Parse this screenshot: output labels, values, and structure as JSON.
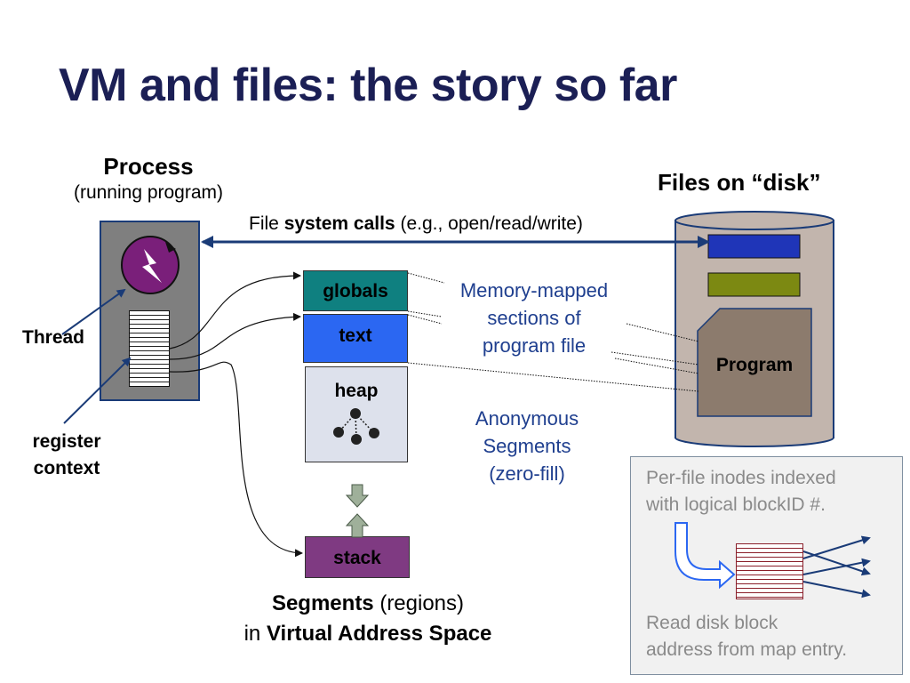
{
  "title": "VM and files: the story so far",
  "process": {
    "heading": "Process",
    "subheading": "(running program)",
    "thread_label": "Thread",
    "register_label_1": "register",
    "register_label_2": "context"
  },
  "files": {
    "heading": "Files on “disk”",
    "program_label": "Program"
  },
  "syscalls": {
    "prefix": "File ",
    "bold": "system calls",
    "suffix": " (e.g., open/read/write)"
  },
  "segments": {
    "globals": "globals",
    "text": "text",
    "heap": "heap",
    "stack": "stack"
  },
  "notes": {
    "mmap_1": "Memory-mapped",
    "mmap_2": "sections of",
    "mmap_3": "program file",
    "anon_1": "Anonymous",
    "anon_2": "Segments",
    "anon_3": "(zero-fill)"
  },
  "caption": {
    "bold1": "Segments",
    "rest1": " (regions)",
    "prefix2": "in ",
    "bold2": "Virtual Address Space"
  },
  "inode_panel": {
    "line1": "Per-file inodes indexed",
    "line2": "with logical blockID #.",
    "line3": "Read disk block",
    "line4": "address from map entry."
  },
  "colors": {
    "title": "#1b1f55",
    "globals": "#0f8080",
    "text_segment": "#2b67f2",
    "heap": "#dde1ec",
    "stack": "#7f3a82",
    "disk_body": "#c2b5ad",
    "disk_blue_block": "#1f35b8",
    "disk_olive_block": "#7c8912",
    "program_block": "#8c7b6d",
    "process_box": "#7f7f7f",
    "thread_circle": "#7a1f7a",
    "arrow_blue": "#1a3b77",
    "note_blue": "#1f3f8f"
  },
  "icons": [
    "lightning-icon",
    "down-arrow-icon",
    "up-arrow-icon",
    "hook-arrow-icon"
  ]
}
